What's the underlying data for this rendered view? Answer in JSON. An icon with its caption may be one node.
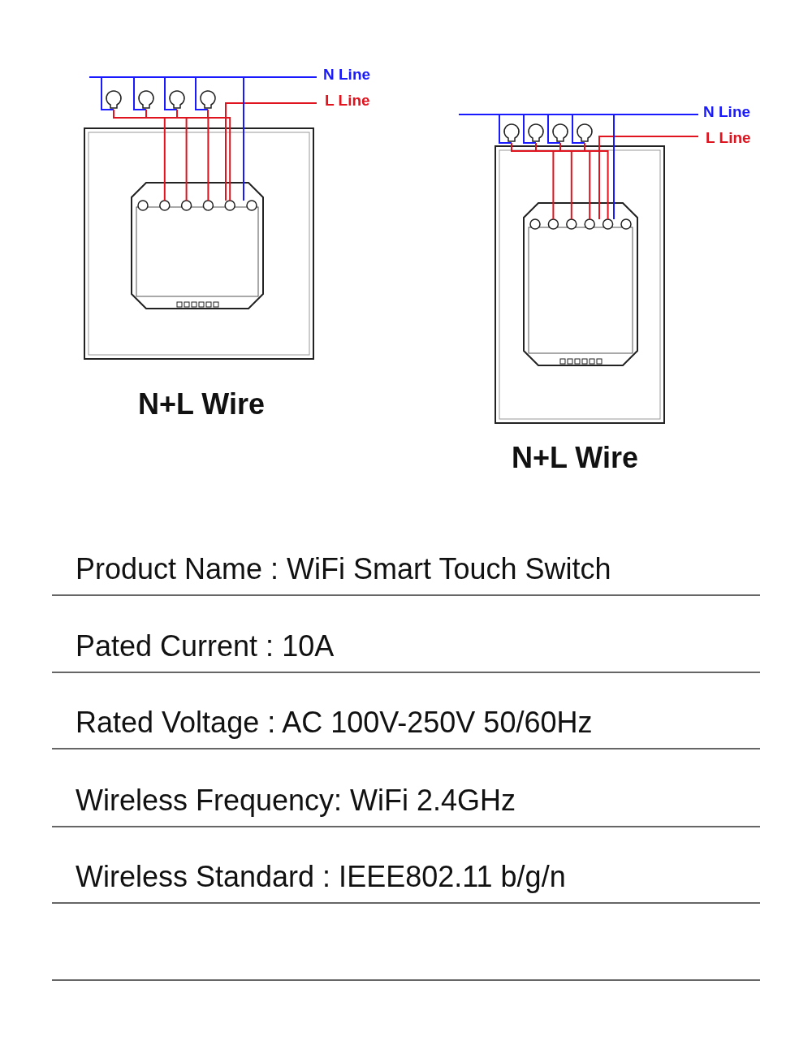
{
  "diagram": {
    "labels": [
      "N Line",
      "L Line",
      "N+L Wire",
      "N Line",
      "L Line",
      "N+L Wire",
      "Product Name : WiFi Smart Touch Switch",
      "Pated Current : 10A",
      "Rated Voltage : AC 100V-250V 50/60Hz",
      "Wireless Frequency: WiFi 2.4GHz",
      "Wireless Standard : IEEE802.11 b/g/n"
    ]
  }
}
